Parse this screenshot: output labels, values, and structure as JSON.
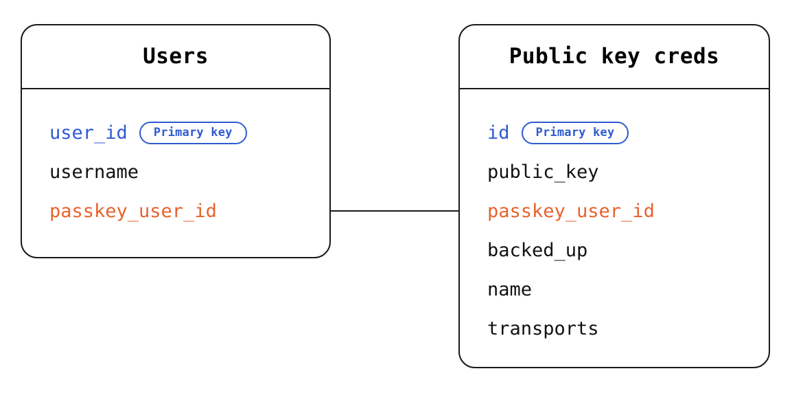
{
  "diagram": {
    "type": "entity-relationship-diagram",
    "background_color": "#ffffff",
    "colors": {
      "border": "#1a1a1a",
      "text": "#111111",
      "primary_key": "#2f5ad0",
      "foreign_key": "#e8622c",
      "connector": "#1a1a1a"
    },
    "badge_label": "Primary key",
    "entities": [
      {
        "id": "users",
        "title": "Users",
        "fields": [
          {
            "name": "user_id",
            "role": "primary",
            "badge": "Primary key"
          },
          {
            "name": "username",
            "role": "plain",
            "badge": null
          },
          {
            "name": "passkey_user_id",
            "role": "foreign",
            "badge": null
          }
        ]
      },
      {
        "id": "public_key_creds",
        "title": "Public key creds",
        "fields": [
          {
            "name": "id",
            "role": "primary",
            "badge": "Primary key"
          },
          {
            "name": "public_key",
            "role": "plain",
            "badge": null
          },
          {
            "name": "passkey_user_id",
            "role": "foreign",
            "badge": null
          },
          {
            "name": "backed_up",
            "role": "plain",
            "badge": null
          },
          {
            "name": "name",
            "role": "plain",
            "badge": null
          },
          {
            "name": "transports",
            "role": "plain",
            "badge": null
          }
        ]
      }
    ],
    "relationships": [
      {
        "from_entity": "users",
        "from_field": "passkey_user_id",
        "to_entity": "public_key_creds",
        "to_field": "passkey_user_id",
        "style": "straight-line"
      }
    ]
  }
}
